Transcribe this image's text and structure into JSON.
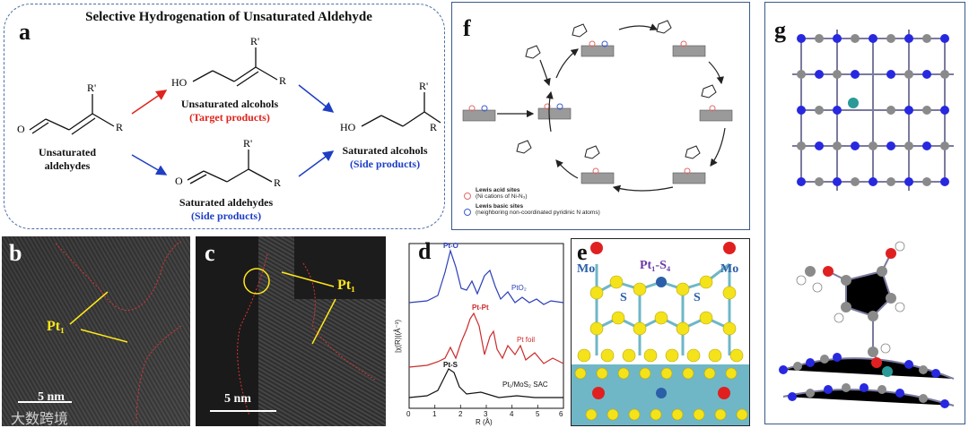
{
  "panel_a": {
    "letter": "a",
    "title": "Selective Hydrogenation of Unsaturated Aldehyde",
    "r_prime": "R'",
    "r": "R",
    "o": "O",
    "ho": "HO",
    "unsat_aldehydes_line1": "Unsaturated",
    "unsat_aldehydes_line2": "aldehydes",
    "unsat_alcohols": "Unsaturated alcohols",
    "target_products": "(Target products)",
    "sat_aldehydes": "Saturated aldehydes",
    "side_products_1": "(Side products)",
    "sat_alcohols": "Saturated alcohols",
    "side_products_2": "(Side products)"
  },
  "panel_f": {
    "letter": "f",
    "legend_acid": "Lewis acid sites",
    "legend_acid_sub": "(Ni cations of Ni-N₃)",
    "legend_base": "Lewis basic sites",
    "legend_base_sub": "(neighboring non-coordinated pyridinic N atoms)"
  },
  "panel_b": {
    "letter": "b",
    "pt_label": "Pt₁",
    "scale": "5 nm"
  },
  "panel_c": {
    "letter": "c",
    "pt_label": "Pt₁",
    "scale": "5 nm"
  },
  "panel_d": {
    "letter": "d",
    "ylabel": "|χ(R)|(Å⁻³)",
    "xlabel": "R (Å)",
    "xticks": [
      "0",
      "1",
      "2",
      "3",
      "4",
      "5",
      "6"
    ],
    "peak_pto": "Pt-O",
    "peak_ptpt": "Pt-Pt",
    "peak_pts": "Pt-S",
    "series_pto2": "PtO₂",
    "series_ptfoil": "Pt foil",
    "series_sac": "Pt₁/MoS₂ SAC",
    "colors": {
      "pto2": "#2b3fb8",
      "ptfoil": "#cc2b2b",
      "sac": "#111111"
    }
  },
  "panel_e": {
    "letter": "e",
    "mo_left": "Mo",
    "mo_right": "Mo",
    "pt_s4": "Pt₁-S₄",
    "s_left": "S",
    "s_right": "S"
  },
  "panel_g": {
    "letter": "g"
  },
  "watermark": "大数跨境"
}
